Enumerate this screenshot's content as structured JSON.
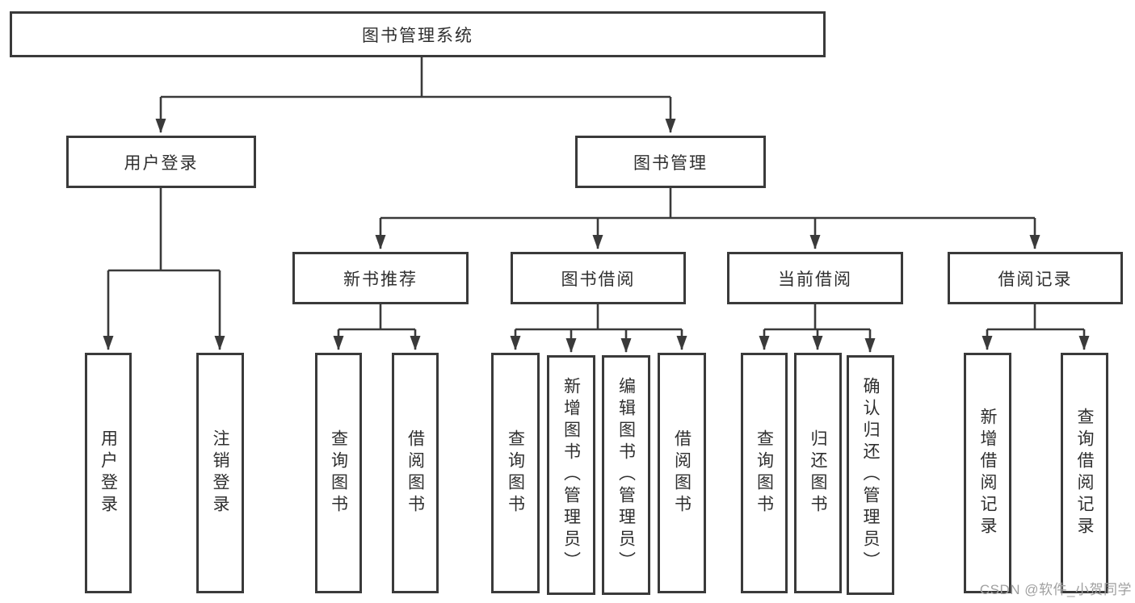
{
  "diagram": {
    "title": "图书管理系统",
    "root": "图书管理系统",
    "branches": {
      "user_login": {
        "label": "用户登录",
        "children": [
          "用户登录",
          "注销登录"
        ]
      },
      "book_management": {
        "label": "图书管理",
        "children": {
          "new_book_recommend": {
            "label": "新书推荐",
            "children": [
              "查询图书",
              "借阅图书"
            ]
          },
          "book_borrow": {
            "label": "图书借阅",
            "children": [
              "查询图书",
              "新增图书（管理员）",
              "编辑图书（管理员）",
              "借阅图书"
            ]
          },
          "current_borrow": {
            "label": "当前借阅",
            "children": [
              "查询图书",
              "归还图书",
              "确认归还（管理员）"
            ]
          },
          "borrow_records": {
            "label": "借阅记录",
            "children": [
              "新增借阅记录",
              "查询借阅记录"
            ]
          }
        }
      }
    }
  },
  "watermark": "CSDN @软件_小贺同学",
  "colors": {
    "line": "#3a3a3a",
    "box_border": "#3a3a3a",
    "text": "#2f2f2f",
    "watermark": "#a0a0a0",
    "background": "#ffffff"
  }
}
